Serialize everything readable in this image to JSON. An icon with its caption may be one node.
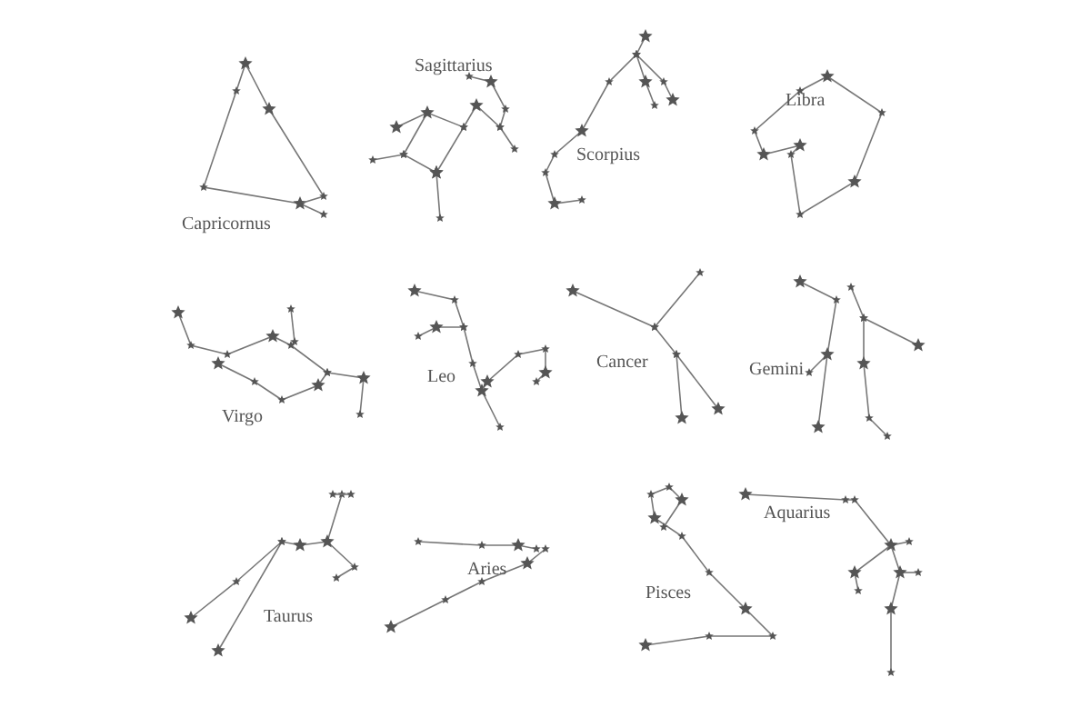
{
  "diagram": {
    "labels": [
      "Capricornus",
      "Sagittarius",
      "Scorpius",
      "Libra",
      "Virgo",
      "Leo",
      "Cancer",
      "Gemini",
      "Taurus",
      "Aries",
      "Pisces",
      "Aquarius"
    ]
  }
}
